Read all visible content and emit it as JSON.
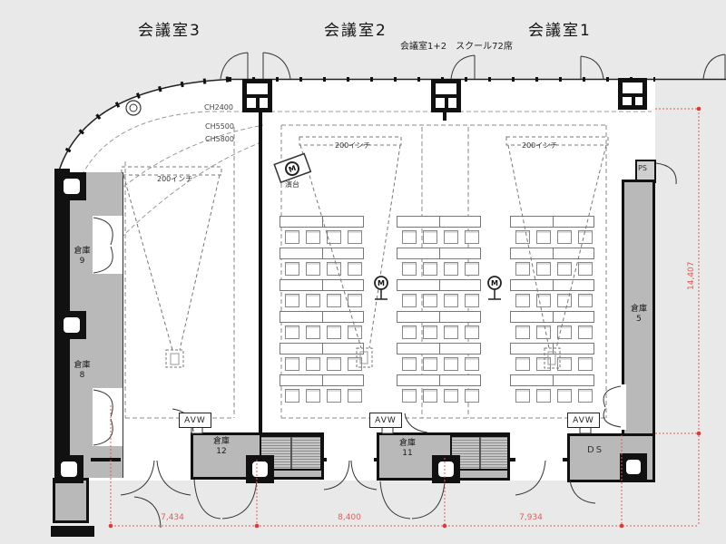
{
  "colors": {
    "dimension_red": "#e25c5c",
    "storage_gray": "#b9b9b9",
    "wall_black": "#111111",
    "background": "#e9e9e9",
    "floor_white": "#ffffff"
  },
  "titles": {
    "room3": "会議室3",
    "room2": "会議室2",
    "room1": "会議室1",
    "combined": "会議室1+2　スクール72席"
  },
  "ceiling": {
    "ch1": "CH2400",
    "ch2": "CH5500",
    "ch3": "CH5800"
  },
  "equipment": {
    "screen": "200インチ",
    "podium": "演台",
    "avw": "AVW"
  },
  "symbols": {
    "mic": "M"
  },
  "storage": {
    "s9_name": "倉庫",
    "s9_no": "9",
    "s8_name": "倉庫",
    "s8_no": "8",
    "s5_name": "倉庫",
    "s5_no": "5",
    "s12_name": "倉庫",
    "s12_no": "12",
    "s11_name": "倉庫",
    "s11_no": "11",
    "ps": "PS",
    "ds": "DS"
  },
  "dimensions": {
    "d1": "7,434",
    "d2": "8,400",
    "d3": "7,934",
    "height": "14,407"
  },
  "seating": {
    "layout": "スクール",
    "total_seats": 72,
    "blocks": 3,
    "rows_per_block": 6,
    "seats_per_row": 4
  }
}
